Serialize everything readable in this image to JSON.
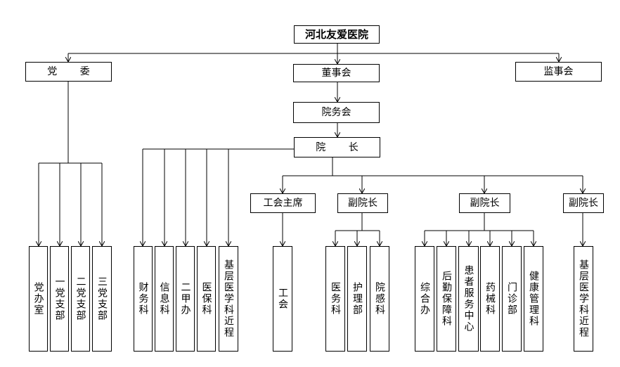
{
  "nodes": {
    "root": "河北友爱医院",
    "party_committee": "党 委",
    "board": "董事会",
    "supervisory_board": "监事会",
    "council": "院务会",
    "president": "院 长",
    "union_chair": "工会主席",
    "vp1": "副院长",
    "vp2": "副院长",
    "vp3": "副院长",
    "party_office": "党办室",
    "branch1": "一党支部",
    "branch2": "二党支部",
    "branch3": "三党支部",
    "finance": "财务科",
    "info": "信息科",
    "grade_a": "二甲办",
    "insurance": "医保科",
    "grassroots1": "基层医学科近程",
    "union": "工会",
    "medical_affairs": "医务科",
    "nursing": "护理部",
    "infection": "院感科",
    "general_office": "综合办",
    "logistics": "后勤保障科",
    "patient_service": "患者服务中心",
    "pharmacy": "药械科",
    "outpatient": "门诊部",
    "health_mgmt": "健康管理科",
    "grassroots2": "基层医学科近程"
  }
}
